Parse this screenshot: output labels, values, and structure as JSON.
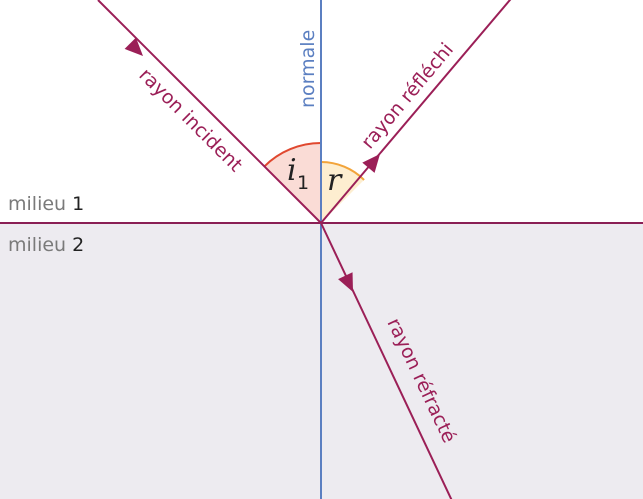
{
  "labels": {
    "normal": "normale",
    "incident_ray": "rayon incident",
    "reflected_ray": "rayon réfléchi",
    "refracted_ray": "rayon réfracté",
    "medium_1_prefix": "milieu ",
    "medium_1_number": "1",
    "medium_2_prefix": "milieu ",
    "medium_2_number": "2",
    "angle_incidence_symbol": "i",
    "angle_incidence_subscript": "1",
    "angle_reflection_symbol": "r"
  },
  "colors": {
    "ray": "#9b1f57",
    "normal_line": "#5b7fc1",
    "interface_line": "#8a1f55",
    "medium_2_fill": "#edebf0",
    "angle_incidence_fill": "#fadcd6",
    "angle_incidence_arc": "#e0482f",
    "angle_reflection_fill": "#fdeed0",
    "angle_reflection_arc": "#f2a43a",
    "text": "#7a7a7a",
    "math_text": "#222222"
  }
}
